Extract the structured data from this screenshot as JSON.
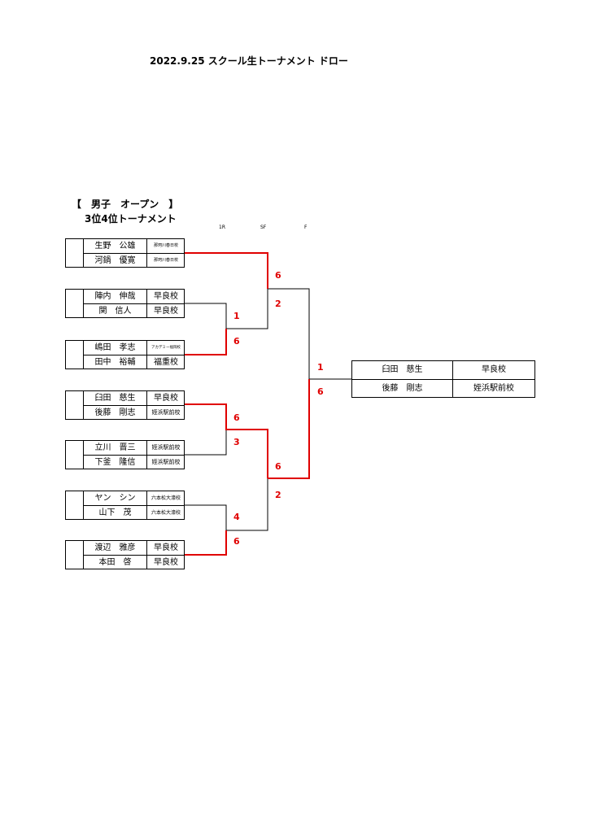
{
  "title": "2022.9.25 スクール生トーナメント ドロー",
  "section": {
    "heading": "【　男子　オープン　】",
    "subheading": "3位4位トーナメント"
  },
  "rounds": [
    "1R",
    "SF",
    "F"
  ],
  "pairs": [
    {
      "players": [
        {
          "name": "生野　公雄",
          "school": "那珂川春日校"
        },
        {
          "name": "河鍋　優寛",
          "school": "那珂川春日校"
        }
      ]
    },
    {
      "players": [
        {
          "name": "陣内　伸哉",
          "school": "早良校"
        },
        {
          "name": "関　信人",
          "school": "早良校"
        }
      ]
    },
    {
      "players": [
        {
          "name": "嶋田　孝志",
          "school": "アカデミー福岡校"
        },
        {
          "name": "田中　裕輔",
          "school": "福重校"
        }
      ]
    },
    {
      "players": [
        {
          "name": "臼田　慈生",
          "school": "早良校"
        },
        {
          "name": "後藤　剛志",
          "school": "姪浜駅前校"
        }
      ]
    },
    {
      "players": [
        {
          "name": "立川　晋三",
          "school": "姪浜駅前校"
        },
        {
          "name": "下釜　隆信",
          "school": "姪浜駅前校"
        }
      ]
    },
    {
      "players": [
        {
          "name": "ヤン　シン",
          "school": "六本松大濠校"
        },
        {
          "name": "山下　茂",
          "school": "六本松大濠校"
        }
      ]
    },
    {
      "players": [
        {
          "name": "渡辺　雅彦",
          "school": "早良校"
        },
        {
          "name": "本田　啓",
          "school": "早良校"
        }
      ]
    }
  ],
  "scores": {
    "sf1_top": "6",
    "sf1_bottom": "2",
    "r1a_top": "1",
    "r1a_bottom": "6",
    "r1b_top": "6",
    "r1b_bottom": "3",
    "sf2_top": "6",
    "sf2_bottom": "2",
    "r1c_top": "4",
    "r1c_bottom": "6",
    "final_top": "1",
    "final_bottom": "6"
  },
  "winner": {
    "players": [
      {
        "name": "臼田　慈生",
        "school": "早良校"
      },
      {
        "name": "後藤　剛志",
        "school": "姪浜駅前校"
      }
    ]
  },
  "colors": {
    "winner_line": "#e00000",
    "line": "#000000"
  }
}
